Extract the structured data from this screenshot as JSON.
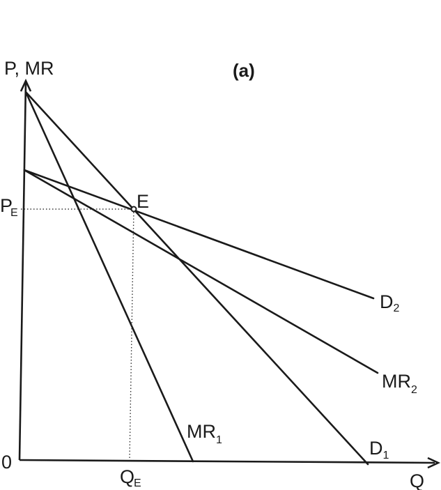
{
  "title": "(a)",
  "axes": {
    "y_label": "P, MR",
    "x_label": "Q",
    "origin_label": "0"
  },
  "equilibrium": {
    "point_label": "E",
    "price_label": "P",
    "price_sub": "E",
    "quantity_label": "Q",
    "quantity_sub": "E"
  },
  "curves": [
    {
      "id": "D2",
      "label": "D",
      "sub": "2"
    },
    {
      "id": "MR2",
      "label": "MR",
      "sub": "2"
    },
    {
      "id": "D1",
      "label": "D",
      "sub": "1"
    },
    {
      "id": "MR1",
      "label": "MR",
      "sub": "1"
    }
  ]
}
